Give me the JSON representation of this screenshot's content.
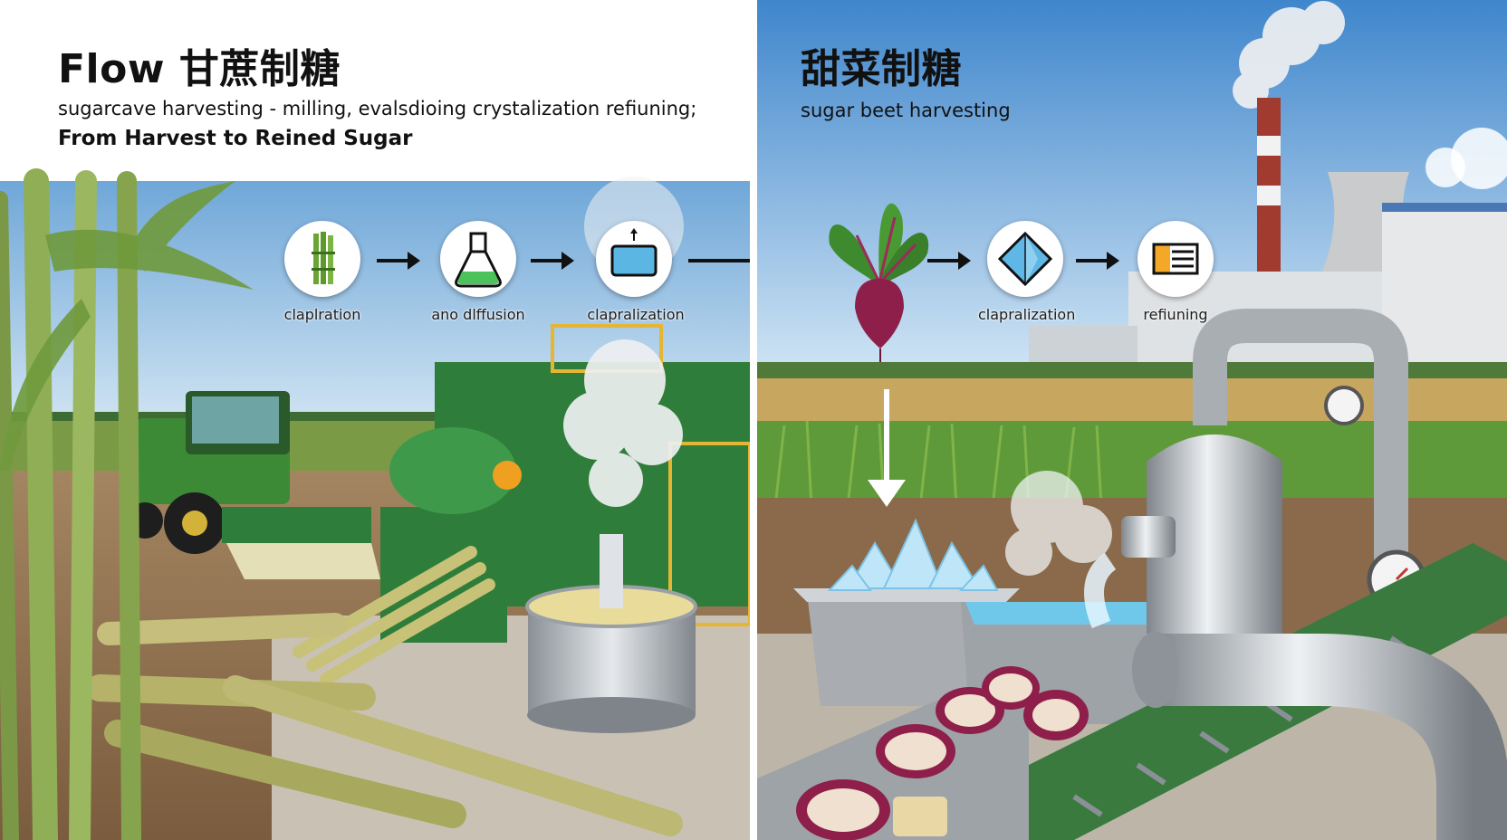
{
  "left": {
    "title": "Flow 甘蔗制糖",
    "subtitle": "sugarcave harvesting - milling, evalsdioing crystalization refiuning;",
    "tagline": "From Harvest to Reined Sugar",
    "steps": [
      {
        "label": "claplration",
        "icon": "sugarcane-stalk-icon"
      },
      {
        "label": "ano dlffusion",
        "icon": "flask-icon"
      },
      {
        "label": "clapralization",
        "icon": "evaporation-tray-icon"
      }
    ]
  },
  "right": {
    "title": "甜菜制糖",
    "subtitle": "sugar beet harvesting",
    "steps": [
      {
        "label": "",
        "icon": "sugar-beet-icon"
      },
      {
        "label": "clapralization",
        "icon": "crystal-icon"
      },
      {
        "label": "refiuning",
        "icon": "refining-lines-icon"
      }
    ]
  },
  "colors": {
    "sky": "#7fb3de",
    "field": "#b9a15e",
    "machine_green": "#2f7d3a",
    "steel": "#b7bcc2",
    "beet": "#8e1f4a",
    "crystal": "#9fd8f2",
    "accent_orange": "#f0a020"
  }
}
